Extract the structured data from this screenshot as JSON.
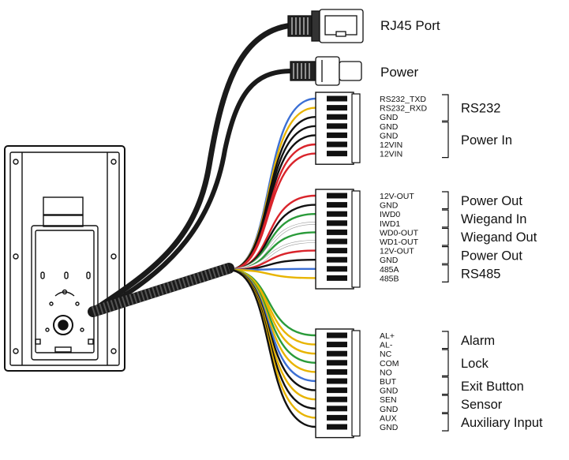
{
  "ports": {
    "rj45": "RJ45 Port",
    "power": "Power"
  },
  "connectors": [
    {
      "groups": [
        {
          "label": "RS232",
          "pins": [
            {
              "name": "RS232_TXD",
              "color": "#3b6fd4"
            },
            {
              "name": "RS232_RXD",
              "color": "#e8b400"
            },
            {
              "name": "GND",
              "color": "#111111"
            }
          ]
        },
        {
          "label": "Power In",
          "pins": [
            {
              "name": "GND",
              "color": "#111111"
            },
            {
              "name": "GND",
              "color": "#111111"
            },
            {
              "name": "12VIN",
              "color": "#d9242b"
            },
            {
              "name": "12VIN",
              "color": "#d9242b"
            }
          ]
        }
      ]
    },
    {
      "groups": [
        {
          "label": "Power Out",
          "pins": [
            {
              "name": "12V-OUT",
              "color": "#d9242b"
            },
            {
              "name": "GND",
              "color": "#111111"
            }
          ]
        },
        {
          "label": "Wiegand In",
          "pins": [
            {
              "name": "IWD0",
              "color": "#2a9b3a"
            },
            {
              "name": "IWD1",
              "color": "#ffffff"
            }
          ]
        },
        {
          "label": "Wiegand Out",
          "pins": [
            {
              "name": "WD0-OUT",
              "color": "#2a9b3a"
            },
            {
              "name": "WD1-OUT",
              "color": "#ffffff"
            }
          ]
        },
        {
          "label": "Power Out",
          "pins": [
            {
              "name": "12V-OUT",
              "color": "#d9242b"
            },
            {
              "name": "GND",
              "color": "#111111"
            }
          ]
        },
        {
          "label": "RS485",
          "pins": [
            {
              "name": "485A",
              "color": "#3b6fd4"
            },
            {
              "name": "485B",
              "color": "#e8b400"
            }
          ]
        }
      ]
    },
    {
      "groups": [
        {
          "label": "Alarm",
          "pins": [
            {
              "name": "AL+",
              "color": "#2a9b3a"
            },
            {
              "name": "AL-",
              "color": "#e8b400"
            }
          ]
        },
        {
          "label": "Lock",
          "pins": [
            {
              "name": "NC",
              "color": "#e8b400"
            },
            {
              "name": "COM",
              "color": "#2a9b3a"
            },
            {
              "name": "NO",
              "color": "#e8b400"
            }
          ]
        },
        {
          "label": "Exit Button",
          "pins": [
            {
              "name": "BUT",
              "color": "#3b6fd4"
            },
            {
              "name": "GND",
              "color": "#111111"
            }
          ]
        },
        {
          "label": "Sensor",
          "pins": [
            {
              "name": "SEN",
              "color": "#e8b400"
            },
            {
              "name": "GND",
              "color": "#111111"
            }
          ]
        },
        {
          "label": "Auxiliary Input",
          "pins": [
            {
              "name": "AUX",
              "color": "#e8b400"
            },
            {
              "name": "GND",
              "color": "#111111"
            }
          ]
        }
      ]
    }
  ]
}
